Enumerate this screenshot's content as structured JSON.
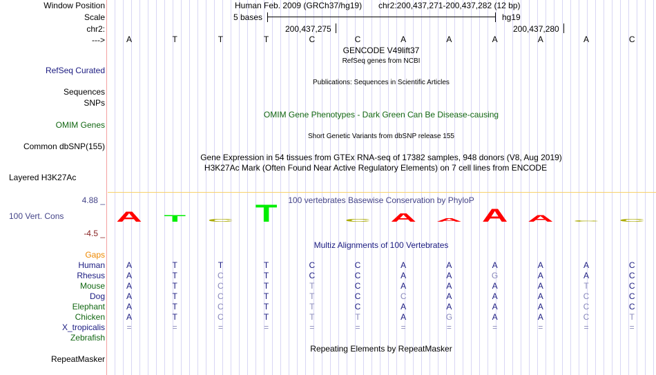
{
  "header": {
    "window_position_label": "Window Position",
    "scale_label": "Scale",
    "chrom_label": "chr2:",
    "strand_label": "--->",
    "assembly": "Human Feb. 2009 (GRCh37/hg19)",
    "position": "chr2:200,437,271-200,437,282 (12 bp)",
    "scale_text": "5 bases",
    "db": "hg19",
    "coord1": "200,437,275",
    "coord2": "200,437,280"
  },
  "sequence": [
    "A",
    "T",
    "T",
    "T",
    "C",
    "C",
    "A",
    "A",
    "A",
    "A",
    "A",
    "C"
  ],
  "tracks": {
    "gencode_title": "GENCODE V49lift37",
    "refseq_title": "RefSeq genes from NCBI",
    "refseq_label": "RefSeq Curated",
    "publications_title": "Publications: Sequences in Scientific Articles",
    "sequences_label": "Sequences",
    "snps_label": "SNPs",
    "omim_pheno_title": "OMIM Gene Phenotypes - Dark Green Can Be Disease-causing",
    "omim_genes_label": "OMIM Genes",
    "short_variants_title": "Short Genetic Variants from dbSNP release 155",
    "common_dbsnp_label": "Common dbSNP(155)",
    "gtex_title": "Gene Expression in 54 tissues from GTEx RNA-seq of 17382 samples, 948 donors (V8, Aug 2019)",
    "h3k27ac_title": "H3K27Ac Mark (Often Found Near Active Regulatory Elements) on 7 cell lines from ENCODE",
    "layered_label": "Layered H3K27Ac",
    "cons_max": "4.88 _",
    "cons_min": "-4.5 _",
    "cons_label": "100 Vert. Cons",
    "phylop_title": "100 vertebrates Basewise Conservation by PhyloP",
    "multiz_title": "Multiz Alignments of 100 Vertebrates",
    "gaps_label": "Gaps",
    "repeat_title": "Repeating Elements by RepeatMasker",
    "repeat_label": "RepeatMasker"
  },
  "phylop_logo": [
    {
      "base": "A",
      "score": 0.55,
      "color": "#ff0000"
    },
    {
      "base": "T",
      "score": 0.35,
      "color": "#00ee00"
    },
    {
      "base": "C",
      "score": 0.15,
      "color": "#aaaa00"
    },
    {
      "base": "T",
      "score": 0.9,
      "color": "#00ee00"
    },
    {
      "base": "",
      "score": 0,
      "color": "#000000"
    },
    {
      "base": "C",
      "score": 0.15,
      "color": "#aaaa00"
    },
    {
      "base": "A",
      "score": 0.45,
      "color": "#ff0000"
    },
    {
      "base": "A",
      "score": 0.2,
      "color": "#ff0000"
    },
    {
      "base": "A",
      "score": 0.7,
      "color": "#ff0000"
    },
    {
      "base": "A",
      "score": 0.35,
      "color": "#ff0000"
    },
    {
      "base": "C",
      "score": 0.05,
      "color": "#aaaa00"
    },
    {
      "base": "C",
      "score": 0.15,
      "color": "#aaaa00"
    }
  ],
  "alignment": [
    {
      "species": "Human",
      "color": "#1a1a80",
      "bases": [
        "A",
        "T",
        "T",
        "T",
        "C",
        "C",
        "A",
        "A",
        "A",
        "A",
        "A",
        "C"
      ]
    },
    {
      "species": "Rhesus",
      "color": "#1a1a80",
      "bases": [
        "A",
        "T",
        "C",
        "T",
        "C",
        "C",
        "A",
        "A",
        "G",
        "A",
        "A",
        "C"
      ]
    },
    {
      "species": "Mouse",
      "color": "#116611",
      "bases": [
        "A",
        "T",
        "C",
        "T",
        "T",
        "C",
        "A",
        "A",
        "A",
        "A",
        "T",
        "C"
      ]
    },
    {
      "species": "Dog",
      "color": "#1a1a80",
      "bases": [
        "A",
        "T",
        "C",
        "T",
        "T",
        "C",
        "C",
        "A",
        "A",
        "A",
        "C",
        "C"
      ]
    },
    {
      "species": "Elephant",
      "color": "#116611",
      "bases": [
        "A",
        "T",
        "C",
        "T",
        "T",
        "C",
        "A",
        "A",
        "A",
        "A",
        "C",
        "C"
      ]
    },
    {
      "species": "Chicken",
      "color": "#116611",
      "bases": [
        "A",
        "T",
        "C",
        "T",
        "T",
        "T",
        "A",
        "G",
        "A",
        "A",
        "C",
        "T"
      ]
    },
    {
      "species": "X_tropicalis",
      "color": "#1a1a80",
      "bases": [
        "=",
        "=",
        "=",
        "=",
        "=",
        "=",
        "=",
        "=",
        "=",
        "=",
        "=",
        "="
      ]
    },
    {
      "species": "Zebrafish",
      "color": "#116611",
      "bases": []
    }
  ],
  "colors": {
    "match": "#1a1a80",
    "mismatch": "#8888bb",
    "gap": "#8888bb"
  }
}
